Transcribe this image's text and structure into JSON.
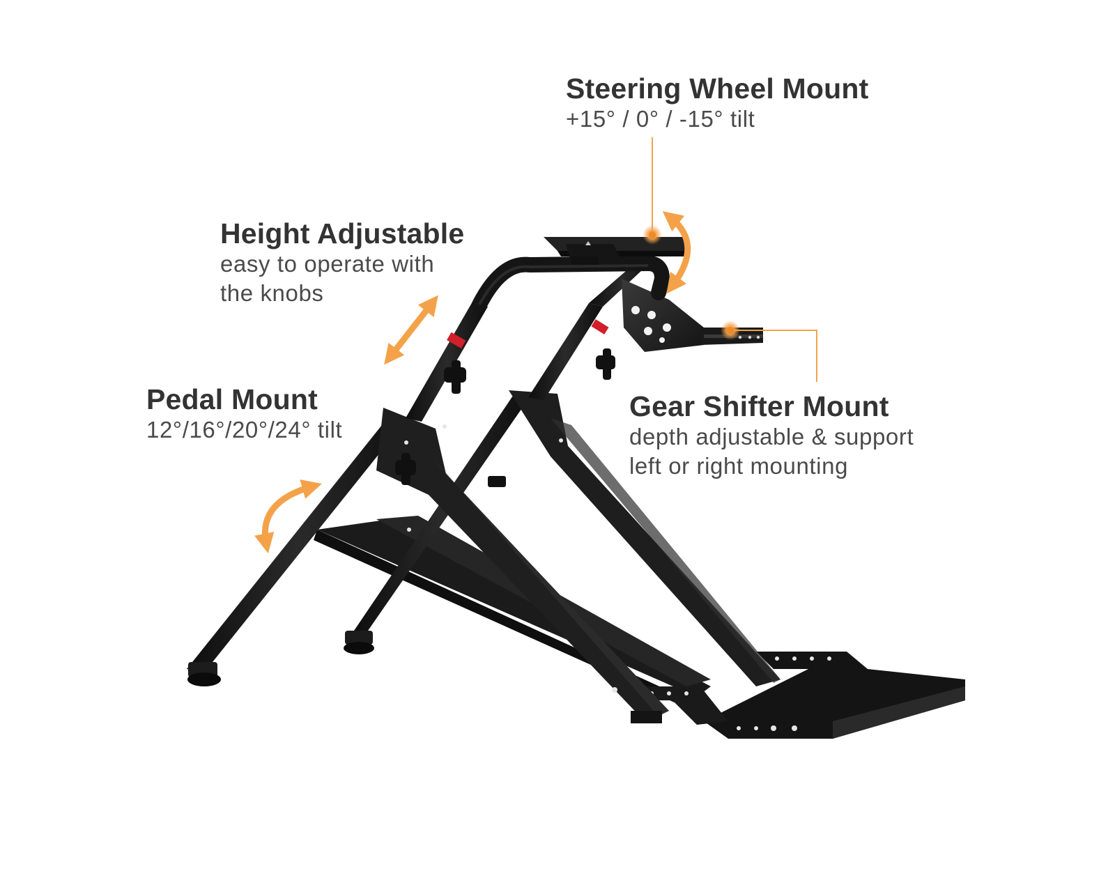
{
  "colors": {
    "accent": "#f4a24a",
    "accent_dark": "#e8892a",
    "frame": "#151515",
    "frame_light": "#2e2e2e",
    "red_ring": "#d11f2b",
    "text_title": "#333333",
    "text_desc": "#4a4a4a"
  },
  "callouts": {
    "steering": {
      "title": "Steering Wheel Mount",
      "desc_1": "+15° / 0° / -15° tilt"
    },
    "height": {
      "title": "Height Adjustable",
      "desc_1": "easy to operate with",
      "desc_2": "the knobs"
    },
    "pedal": {
      "title": "Pedal Mount",
      "desc_1": "12°/16°/20°/24° tilt"
    },
    "gear": {
      "title": "Gear Shifter Mount",
      "desc_1": "depth adjustable & support",
      "desc_2": "left or right mounting"
    }
  },
  "icons": {
    "adjust_arrow": "double-headed-arrow-icon",
    "rotate_arrow": "curved-double-arrow-icon",
    "pointer_dot": "glowing-dot-icon"
  }
}
